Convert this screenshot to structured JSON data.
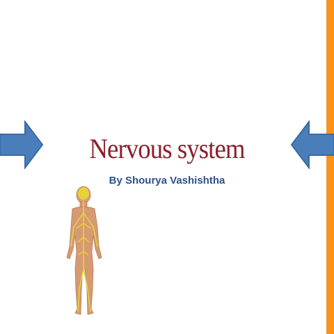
{
  "slide": {
    "title": "Nervous system",
    "subtitle": "By Shourya Vashishtha",
    "figure_alt": "human figure with nervous system",
    "colors": {
      "title": "#8b1f2b",
      "subtitle": "#2f4f8f",
      "accent_bar": "#f7941d",
      "arrow_fill": "#4a7ebb",
      "arrow_stroke": "#3a6aa6",
      "body": "#d69a72",
      "nerves": "#e6d23a"
    },
    "icons": {
      "left_arrow": "arrow-right-icon",
      "right_arrow": "arrow-left-icon",
      "figure": "human-nervous-system-icon"
    }
  }
}
